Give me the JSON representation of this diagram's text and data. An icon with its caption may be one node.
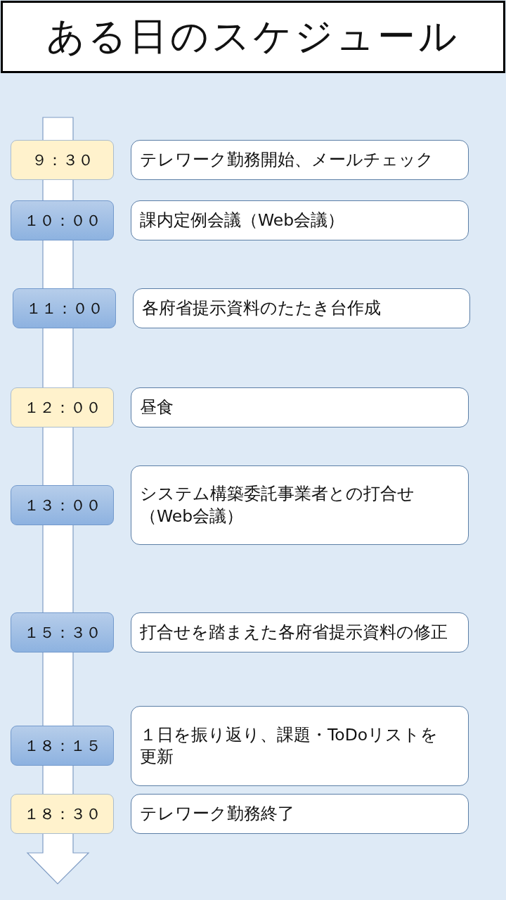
{
  "diagram": {
    "title": "ある日のスケジュール",
    "nodes": [
      {
        "text": [
          "９：３０"
        ]
      },
      {
        "text": [
          "テレワーク勤務開始、メールチェック"
        ]
      },
      {
        "text": [
          "１０：００"
        ]
      },
      {
        "text": [
          "課内定例会議（Web会議）"
        ]
      },
      {
        "text": [
          "１１：００"
        ]
      },
      {
        "text": [
          "各府省提示資料のたたき台作成"
        ]
      },
      {
        "text": [
          "１２：００"
        ]
      },
      {
        "text": [
          "昼食"
        ]
      },
      {
        "text": [
          "１３：００"
        ]
      },
      {
        "text": [
          "システム構築委託事業者との打合せ（Web会議）"
        ]
      },
      {
        "text": [
          "１５：３０"
        ]
      },
      {
        "text": [
          "打合せを踏まえた各府省提示資料の修正"
        ]
      },
      {
        "text": [
          "１８：１５"
        ]
      },
      {
        "text": [
          "１日を振り返り、課題・ToDoリストを更新"
        ]
      },
      {
        "text": [
          "１８：３０"
        ]
      },
      {
        "text": [
          "テレワーク勤務終了"
        ]
      }
    ]
  }
}
